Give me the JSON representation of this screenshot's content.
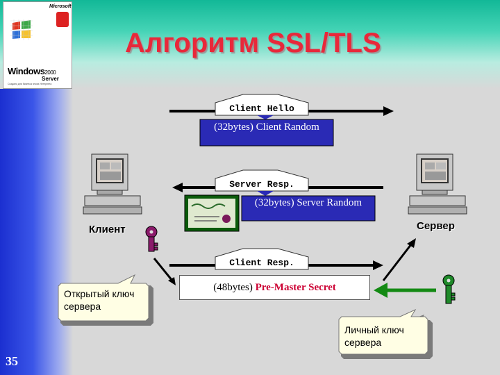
{
  "logo": {
    "brand": "Microsoft",
    "product": "Windows",
    "version": "2000",
    "edition": "Server",
    "tagline": "Создано для бизнеса эпохи Интернета"
  },
  "title": "Алгоритм SSL/TLS",
  "page_number": "35",
  "messages": {
    "client_hello": "Client Hello",
    "server_resp": "Server Resp.",
    "client_resp": "Client Resp."
  },
  "payloads": {
    "client_random": "(32bytes) Client Random",
    "server_random": "(32bytes) Server Random",
    "pms_prefix": "(48bytes) ",
    "pms_name": "Pre-Master Secret"
  },
  "labels": {
    "client": "Клиент",
    "server": "Сервер"
  },
  "callouts": {
    "public_key": "Открытый ключ сервера",
    "private_key": "Личный ключ сервера"
  },
  "colors": {
    "title": "#e8283a",
    "payload_box": "#2a2ab5",
    "highlight": "#cc0033",
    "key_left": "#8b1a6b",
    "key_right": "#1f8a2a",
    "arrow_green": "#138a13"
  }
}
